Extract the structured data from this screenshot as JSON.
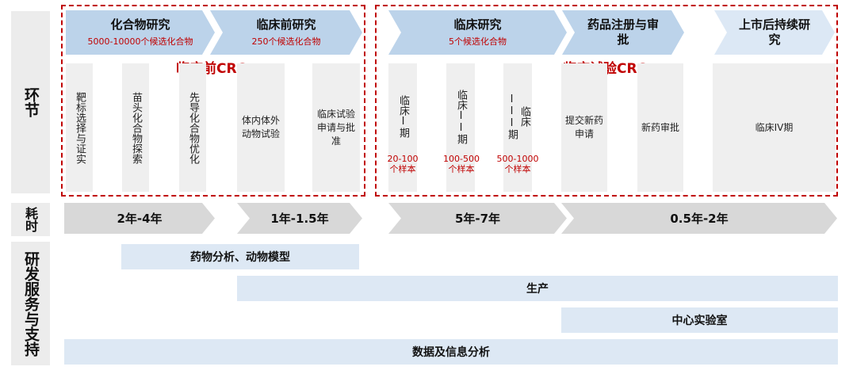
{
  "row_labels": {
    "stage": "环节",
    "time": "耗时",
    "service": "研发服务与支持"
  },
  "stages": [
    {
      "title": "化合物研究",
      "subtitle": "5000-10000个候选化合物"
    },
    {
      "title": "临床前研究",
      "subtitle": "250个候选化合物"
    },
    {
      "title": "临床研究",
      "subtitle": "5个候选化合物"
    },
    {
      "title": "药品注册与审批",
      "subtitle": ""
    },
    {
      "title": "上市后持续研究",
      "subtitle": ""
    }
  ],
  "cro_labels": {
    "preclinical": "临床前CRO",
    "clinical": "临床试验CRO"
  },
  "substeps": [
    {
      "text": "靶标选择与证实",
      "vertical": true,
      "sample": ""
    },
    {
      "text": "苗头化合物探索",
      "vertical": true,
      "sample": ""
    },
    {
      "text": "先导化合物优化",
      "vertical": true,
      "sample": ""
    },
    {
      "text": "体内体外动物试验",
      "vertical": false,
      "sample": ""
    },
    {
      "text": "临床试验申请与批准",
      "vertical": false,
      "sample": ""
    },
    {
      "text": "临床I期",
      "vertical": true,
      "sample": "20-100个样本"
    },
    {
      "text": "临床II期",
      "vertical": true,
      "sample": "100-500个样本"
    },
    {
      "text": "临床III期",
      "vertical": true,
      "sample": "500-1000个样本"
    },
    {
      "text": "提交新药申请",
      "vertical": false,
      "sample": ""
    },
    {
      "text": "新药审批",
      "vertical": false,
      "sample": ""
    },
    {
      "text": "临床IV期",
      "vertical": false,
      "sample": ""
    }
  ],
  "durations": [
    "2年-4年",
    "1年-1.5年",
    "5年-7年",
    "0.5年-2年"
  ],
  "services": [
    "药物分析、动物模型",
    "生产",
    "中心实验室",
    "数据及信息分析"
  ],
  "colors": {
    "accent_red": "#c00000",
    "stage_blue": "#bcd3ea",
    "stage_light_blue": "#dce8f5",
    "service_blue": "#dde8f4",
    "gray": "#d8d8d8"
  }
}
